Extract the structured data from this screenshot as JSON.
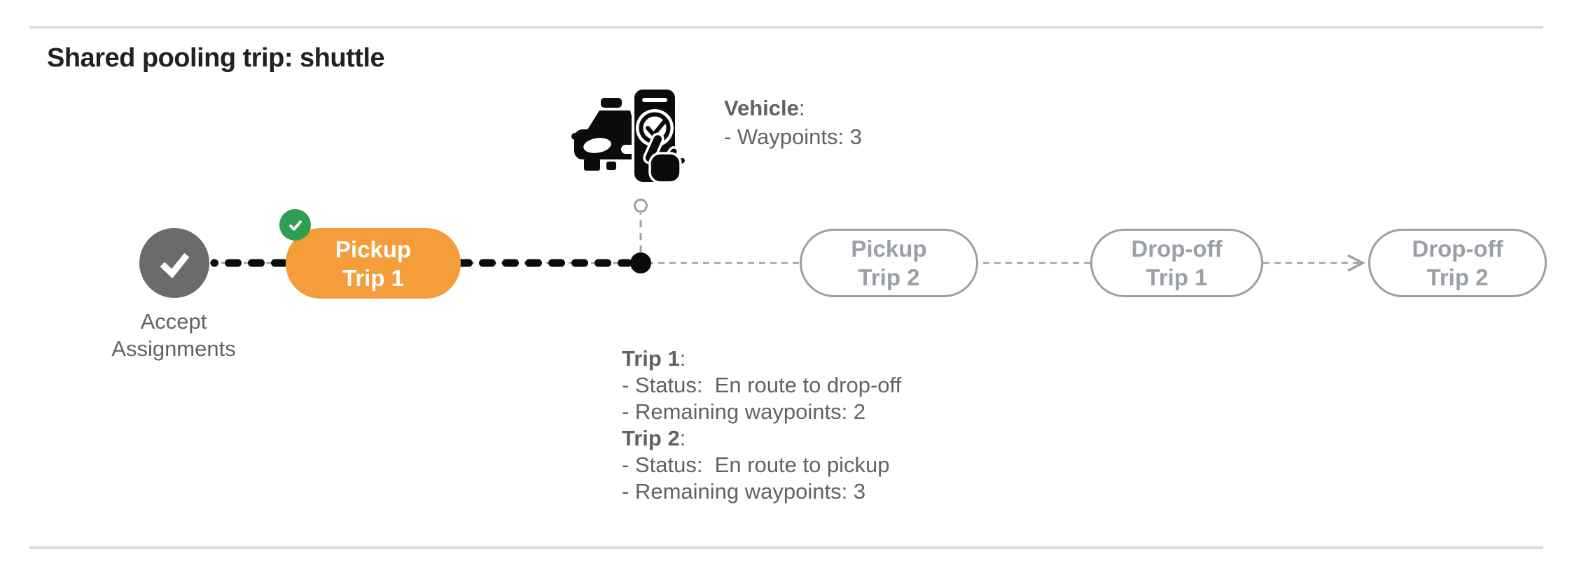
{
  "header": {
    "title": "Shared pooling trip: shuttle"
  },
  "vehicle_info": {
    "label": "Vehicle",
    "colon": ":",
    "waypoints_line": "- Waypoints: 3"
  },
  "timeline": {
    "nodes": [
      {
        "id": "accept-assignments",
        "line1": "Accept",
        "line2": "Assignments",
        "state": "completed"
      },
      {
        "id": "pickup-trip-1",
        "line1": "Pickup",
        "line2": "Trip 1",
        "state": "current",
        "badge": "green-check"
      },
      {
        "id": "pickup-trip-2",
        "line1": "Pickup",
        "line2": "Trip 2",
        "state": "upcoming"
      },
      {
        "id": "dropoff-trip-1",
        "line1": "Drop-off",
        "line2": "Trip 1",
        "state": "upcoming"
      },
      {
        "id": "dropoff-trip-2",
        "line1": "Drop-off",
        "line2": "Trip 2",
        "state": "upcoming"
      }
    ],
    "icons": {
      "vehicle": "vehicle-with-phone-checkmark",
      "completed_node": "checkmark",
      "current_badge": "checkmark",
      "vehicle_position_marker": "filled-dot",
      "vehicle_anchor": "open-circle",
      "direction": "right-arrowhead"
    }
  },
  "trip_info": {
    "trips": [
      {
        "label": "Trip 1",
        "colon": ":",
        "status_line": "- Status:  En route to drop-off",
        "remaining_line": "- Remaining waypoints: 2"
      },
      {
        "label": "Trip 2",
        "colon": ":",
        "status_line": "- Status:  En route to pickup",
        "remaining_line": "- Remaining waypoints: 3"
      }
    ]
  },
  "colors": {
    "accent_orange": "#F49D3A",
    "success_green": "#2F9E50",
    "completed_gray": "#6B6B6B",
    "upcoming_gray": "#9AA0A6",
    "text_gray": "#5F6368",
    "title_black": "#202124",
    "divider_gray": "#DADCE0",
    "connector_black": "#0B0B0B"
  }
}
